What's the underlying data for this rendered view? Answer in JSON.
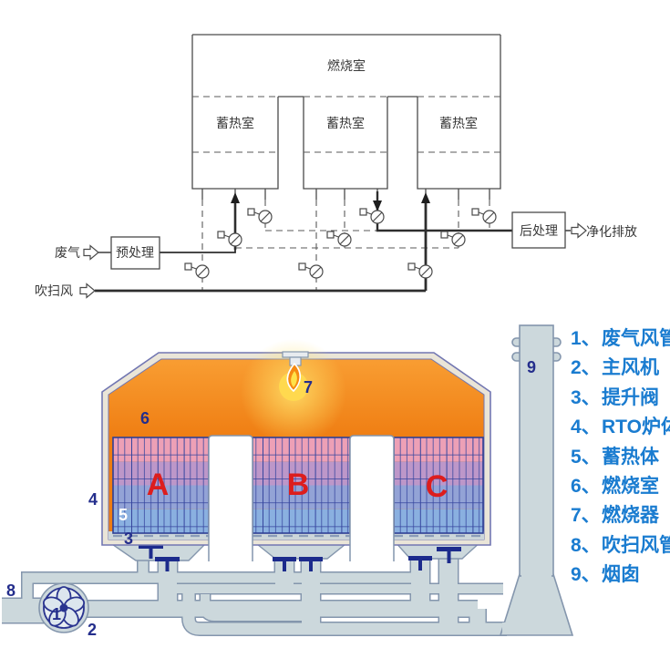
{
  "schematic": {
    "combustion_chamber": "燃烧室",
    "regenerator": "蓄热室",
    "pretreatment": "预处理",
    "posttreatment": "后处理",
    "waste_gas": "废气",
    "purge_air": "吹扫风",
    "clean_discharge": "净化排放"
  },
  "illustration": {
    "chamber_letters": {
      "a": "A",
      "b": "B",
      "c": "C"
    },
    "callouts": {
      "c1": "1",
      "c2": "2",
      "c3": "3",
      "c4": "4",
      "c5": "5",
      "c6": "6",
      "c7": "7",
      "c8": "8",
      "c9": "9"
    }
  },
  "legend": {
    "items": [
      {
        "num": "1、",
        "label": "废气风管"
      },
      {
        "num": "2、",
        "label": "主风机"
      },
      {
        "num": "3、",
        "label": "提升阀"
      },
      {
        "num": "4、",
        "label": "RTO炉体"
      },
      {
        "num": "5、",
        "label": "蓄热体"
      },
      {
        "num": "6、",
        "label": "燃烧室"
      },
      {
        "num": "7、",
        "label": "燃烧器"
      },
      {
        "num": "8、",
        "label": "吹扫风管"
      },
      {
        "num": "9、",
        "label": "烟囱"
      }
    ]
  },
  "colors": {
    "legend_blue": "#1a7cd0",
    "callout_navy": "#242e8c",
    "chamber_letter_red": "#dd1d1d",
    "pipe_fill": "#ccd8dc",
    "pipe_outline": "#8496ad",
    "combustion_orange_top": "#f9a035",
    "combustion_orange_bottom": "#ef7d12",
    "bed_row_colors": [
      "#eda0b6",
      "#bd97c9",
      "#93a3d6",
      "#8ab0e0"
    ]
  }
}
